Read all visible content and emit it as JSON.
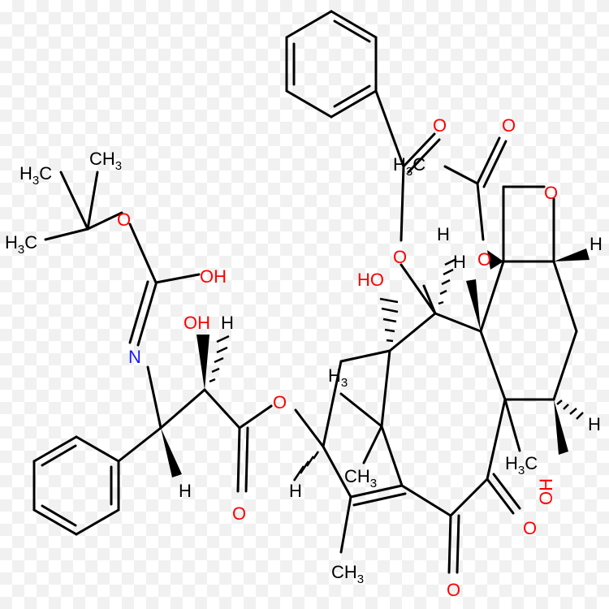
{
  "colors": {
    "bond": "#000000",
    "oxygen": "#ff0000",
    "nitrogen": "#1a1aff",
    "carbon_label": "#000000"
  },
  "labels": {
    "h3c_top_a": "H",
    "h3c_top_a_sub": "3",
    "h3c_top_a_c": "C",
    "ch3_top": "CH",
    "ch3_top_sub": "3",
    "h3c_top_b": "H",
    "h3c_top_b_sub": "3",
    "h3c_top_b_c": "C",
    "o_ester_boc": "O",
    "oh_boc": "OH",
    "n": "N",
    "oh_side": "OH",
    "h_side_top": "H",
    "h_side_bottom": "H",
    "o_ester_link": "O",
    "o_carbonyl_link": "O",
    "h_c13": "H",
    "o_benzoate_carbonyl": "O",
    "h3c_acetate": "H",
    "h3c_acetate_sub": "3",
    "h3c_acetate_c": "C",
    "o_acetate_carbonyl": "O",
    "o_benzoate": "O",
    "h_c2_a": "H",
    "h_c2_b": "H",
    "ho_c1": "HO",
    "o_acetate_ester": "O",
    "o_oxetane": "O",
    "h_c5": "H",
    "h3_c15": "H",
    "h3_c15_sub": "3",
    "ch3_c12": "CH",
    "ch3_c12_sub": "3",
    "ch3_c18": "CH",
    "ch3_c18_sub": "3",
    "h3c_c19": "H",
    "h3c_c19_sub": "3",
    "h3c_c19_c": "C",
    "h_c7": "H",
    "oh_c7": "OH",
    "o_c9": "O",
    "o_c10": "O"
  }
}
